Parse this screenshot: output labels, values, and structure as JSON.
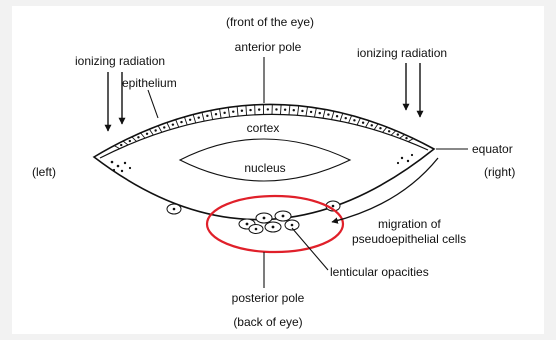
{
  "diagram": {
    "labels": {
      "front": "(front of the eye)",
      "anterior_pole": "anterior pole",
      "ionizing_left": "ionizing radiation",
      "ionizing_right": "ionizing radiation",
      "epithelium": "epithelium",
      "cortex": "cortex",
      "nucleus": "nucleus",
      "equator": "equator",
      "left": "(left)",
      "right": "(right)",
      "migration_line1": "migration of",
      "migration_line2": "pseudoepithelial cells",
      "lenticular_opacities": "lenticular opacities",
      "posterior_pole": "posterior pole",
      "back": "(back of eye)"
    },
    "colors": {
      "highlight_ring": "#e0202a",
      "line": "#111111",
      "panel_background": "#ffffff",
      "page_background": "#f2f2f2"
    }
  }
}
